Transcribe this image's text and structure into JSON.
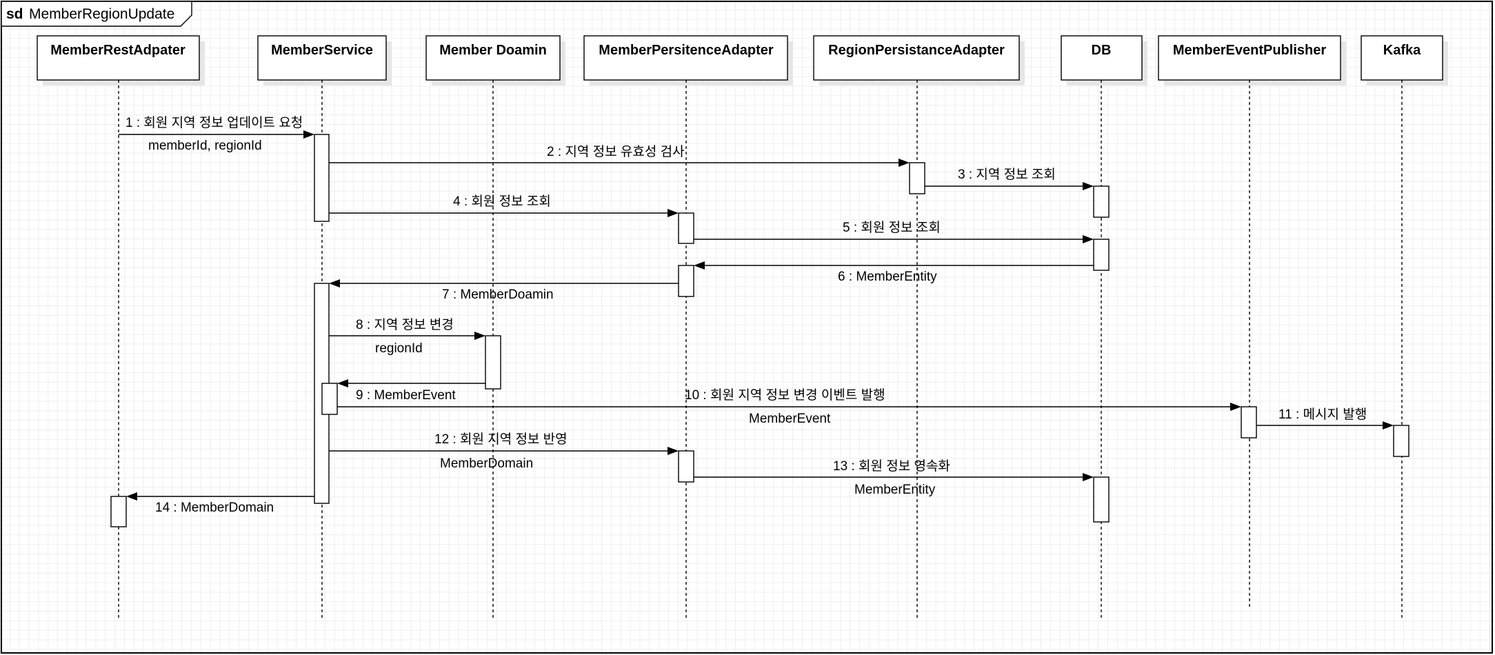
{
  "frame": {
    "keyword": "sd",
    "name": "MemberRegionUpdate"
  },
  "participants": [
    {
      "id": "rest",
      "name": "MemberRestAdpater"
    },
    {
      "id": "svc",
      "name": "MemberService"
    },
    {
      "id": "dom",
      "name": "Member Doamin"
    },
    {
      "id": "mpa",
      "name": "MemberPersitenceAdapter"
    },
    {
      "id": "rpa",
      "name": "RegionPersistanceAdapter"
    },
    {
      "id": "db",
      "name": "DB"
    },
    {
      "id": "pub",
      "name": "MemberEventPublisher"
    },
    {
      "id": "kafka",
      "name": "Kafka"
    }
  ],
  "messages": [
    {
      "from": "rest",
      "to": "svc",
      "label": "1 : 회원 지역 정보 업데이트 요청",
      "param": "memberId, regionId"
    },
    {
      "from": "svc",
      "to": "rpa",
      "label": "2 : 지역 정보 유효성 검사",
      "param": ""
    },
    {
      "from": "rpa",
      "to": "db",
      "label": "3 : 지역 정보 조회",
      "param": ""
    },
    {
      "from": "svc",
      "to": "mpa",
      "label": "4 : 회원 정보 조회",
      "param": ""
    },
    {
      "from": "mpa",
      "to": "db",
      "label": "5 : 회원 정보 조회",
      "param": ""
    },
    {
      "from": "db",
      "to": "mpa",
      "label": "6 : MemberEntity",
      "param": ""
    },
    {
      "from": "mpa",
      "to": "svc",
      "label": "7 : MemberDoamin",
      "param": ""
    },
    {
      "from": "svc",
      "to": "dom",
      "label": "8 : 지역 정보 변경",
      "param": "regionId"
    },
    {
      "from": "dom",
      "to": "svc",
      "label": "9 : MemberEvent",
      "param": ""
    },
    {
      "from": "svc",
      "to": "pub",
      "label": "10 : 회원 지역 정보 변경 이벤트 발행",
      "param": "MemberEvent"
    },
    {
      "from": "pub",
      "to": "kafka",
      "label": "11 : 메시지 발행",
      "param": ""
    },
    {
      "from": "svc",
      "to": "mpa",
      "label": "12 : 회원 지역 정보 반영",
      "param": "MemberDomain"
    },
    {
      "from": "mpa",
      "to": "db",
      "label": "13 : 회원 정보 영속화",
      "param": "MemberEntity"
    },
    {
      "from": "svc",
      "to": "rest",
      "label": "14 : MemberDomain",
      "param": ""
    }
  ]
}
